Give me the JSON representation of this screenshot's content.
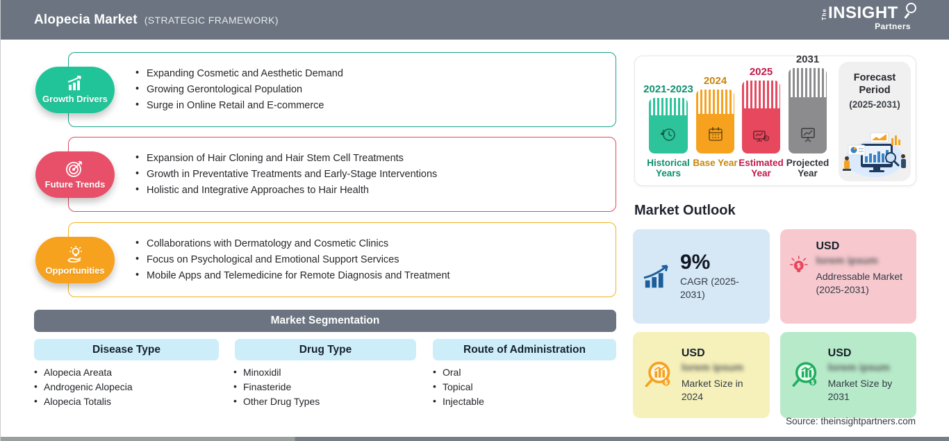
{
  "header": {
    "title": "Alopecia Market",
    "subtitle": "(STRATEGIC FRAMEWORK)",
    "logo": {
      "the": "The",
      "insight": "INSIGHT",
      "partners": "Partners"
    }
  },
  "sections": [
    {
      "label": "Growth Drivers",
      "accent_color": "#20c498",
      "border_color": "#17a38b",
      "icon": "bar-chart-growth-icon",
      "bullets": [
        "Expanding Cosmetic and Aesthetic Demand",
        "Growing Gerontological Population",
        "Surge in Online Retail and E-commerce"
      ]
    },
    {
      "label": "Future Trends",
      "accent_color": "#e8506a",
      "border_color": "#e0495e",
      "icon": "target-dart-icon",
      "bullets": [
        "Expansion of Hair Cloning and Hair Stem Cell Treatments",
        "Growth in Preventative Treatments and Early-Stage Interventions",
        "Holistic and Integrative Approaches to Hair Health"
      ]
    },
    {
      "label": "Opportunities",
      "accent_color": "#f6a21e",
      "border_color": "#eeb41f",
      "icon": "hand-bulb-icon",
      "bullets": [
        "Collaborations with Dermatology and Cosmetic Clinics",
        "Focus on Psychological and Emotional Support Services",
        "Mobile Apps and Telemedicine for Remote Diagnosis and Treatment"
      ]
    }
  ],
  "segmentation": {
    "title": "Market Segmentation",
    "columns": [
      {
        "header": "Disease Type",
        "items": [
          "Alopecia Areata",
          "Androgenic Alopecia",
          "Alopecia Totalis"
        ]
      },
      {
        "header": "Drug Type",
        "items": [
          "Minoxidil",
          "Finasteride",
          "Other Drug Types"
        ]
      },
      {
        "header": "Route of Administration",
        "items": [
          "Oral",
          "Topical",
          "Injectable"
        ]
      }
    ]
  },
  "timeline": {
    "bars": [
      {
        "year": "2021-2023",
        "label": "Historical Years",
        "color": "#2ec49b",
        "text_color": "#0d8f6c",
        "icon": "history-clock-icon"
      },
      {
        "year": "2024",
        "label": "Base Year",
        "color": "#f6a21e",
        "text_color": "#c8860d",
        "icon": "calendar-icon"
      },
      {
        "year": "2025",
        "label": "Estimated Year",
        "color": "#e8485e",
        "text_color": "#c2184a",
        "icon": "computer-gear-icon"
      },
      {
        "year": "2031",
        "label": "Projected Year",
        "color": "#8c8c8e",
        "text_color": "#33343a",
        "icon": "presentation-chart-icon"
      }
    ],
    "forecast": {
      "title": "Forecast Period",
      "range": "(2025-2031)"
    }
  },
  "outlook": {
    "heading": "Market Outlook",
    "cards": [
      {
        "value": "9%",
        "caption": "CAGR (2025-2031)",
        "bg": "#d6e8f5",
        "icon": "growth-chart-icon"
      },
      {
        "currency": "USD",
        "value_blurred": "lorem ipsum",
        "caption": "Addressable Market (2025-2031)",
        "bg": "#f7c9cf",
        "icon": "bulb-dollar-icon"
      },
      {
        "currency": "USD",
        "value_blurred": "lorem ipsum",
        "caption": "Market Size in 2024",
        "bg": "#f6f1ba",
        "icon": "magnifier-chart-orange-icon"
      },
      {
        "currency": "USD",
        "value_blurred": "lorem ipsum",
        "caption": "Market Size by 2031",
        "bg": "#b7eac9",
        "icon": "magnifier-chart-green-icon"
      }
    ]
  },
  "source": "Source: theinsightpartners.com"
}
